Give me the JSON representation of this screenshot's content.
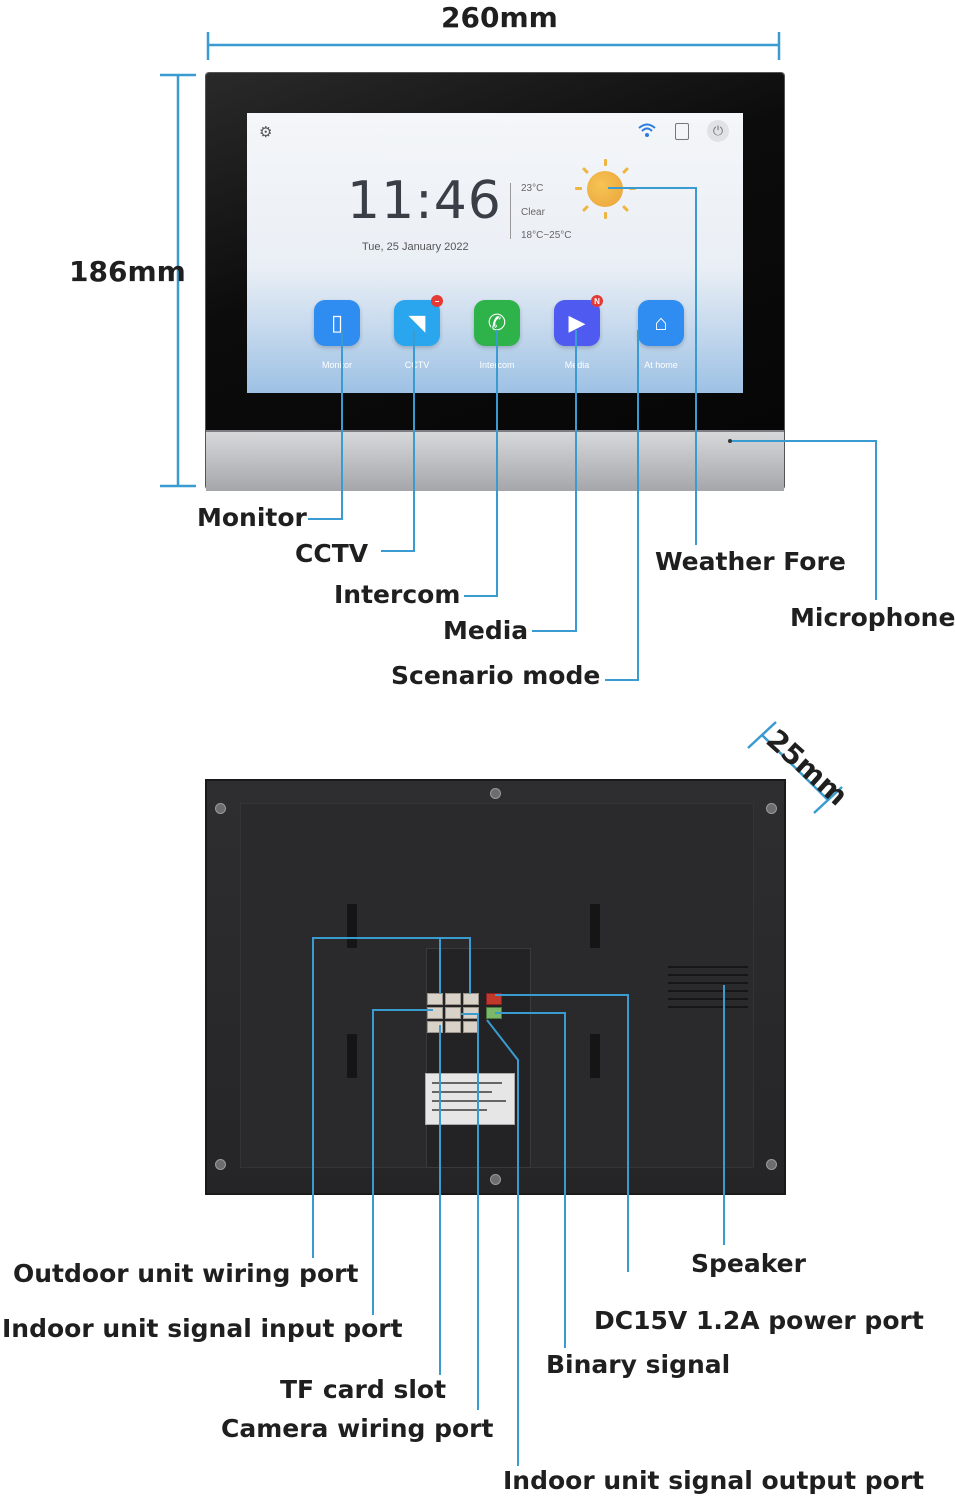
{
  "dimensions": {
    "width": "260mm",
    "height": "186mm",
    "depth": "25mm"
  },
  "screen": {
    "time": "11:46",
    "date": "Tue, 25 January  2022",
    "temperature": "23°C",
    "condition": "Clear",
    "range": "18°C~25°C",
    "apps": [
      {
        "label": "Monitor",
        "icon": "doorbell-icon",
        "color": "#2f8cf0"
      },
      {
        "label": "CCTV",
        "icon": "camera-icon",
        "color": "#2aa6ee",
        "badge": ""
      },
      {
        "label": "Intercom",
        "icon": "phone-icon",
        "color": "#2eb34a"
      },
      {
        "label": "Media",
        "icon": "play-icon",
        "color": "#4f5bf0",
        "badge": "N"
      },
      {
        "label": "At home",
        "icon": "home-icon",
        "color": "#2f8cf0"
      }
    ],
    "status_icons": [
      "wifi-icon",
      "sd-card-icon",
      "power-icon"
    ],
    "settings_icon": "gear-icon"
  },
  "front_labels": {
    "monitor": "Monitor",
    "cctv": "CCTV",
    "intercom": "Intercom",
    "media": "Media",
    "scenario": "Scenario mode",
    "weather": "Weather Fore",
    "microphone": "Microphone"
  },
  "back_labels": {
    "outdoor": "Outdoor unit wiring port",
    "indoor_input": "Indoor unit signal input port",
    "tf": "TF card slot",
    "camera": "Camera wiring port",
    "indoor_output": "Indoor unit signal output port",
    "speaker": "Speaker",
    "power": "DC15V 1.2A power port",
    "binary": "Binary signal"
  },
  "colors": {
    "leader_line": "#3a9bd0",
    "device_front": "#0c0c0c",
    "device_back": "#2a2a2c"
  }
}
